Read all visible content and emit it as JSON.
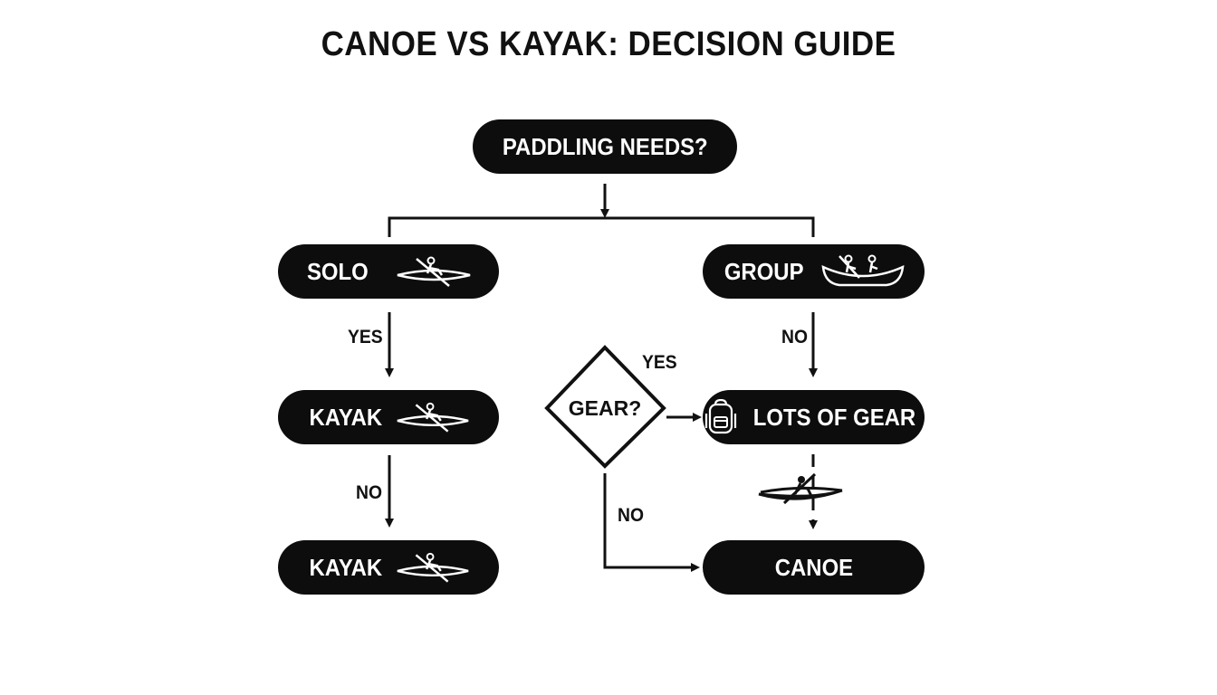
{
  "title": "CANOE VS KAYAK: DECISION GUIDE",
  "nodes": {
    "start": "PADDLING NEEDS?",
    "solo": "SOLO",
    "group": "GROUP",
    "kayak_1": "KAYAK",
    "kayak_2": "KAYAK",
    "gear_decision": "GEAR?",
    "lots_of_gear": "LOTS OF GEAR",
    "canoe": "CANOE"
  },
  "edge_labels": {
    "solo_yes": "YES",
    "group_no": "NO",
    "kayak_no": "NO",
    "gear_yes": "YES",
    "gear_no": "NO"
  },
  "icons": {
    "solo": "kayaker-icon",
    "group": "canoe-pair-icon",
    "kayak_1": "kayaker-icon",
    "kayak_2": "kayaker-icon",
    "lots_of_gear": "backpack-icon",
    "between_gear_canoe": "kayaker-icon"
  },
  "colors": {
    "node_fill": "#0d0d0d",
    "node_text": "#ffffff",
    "line": "#111111"
  }
}
